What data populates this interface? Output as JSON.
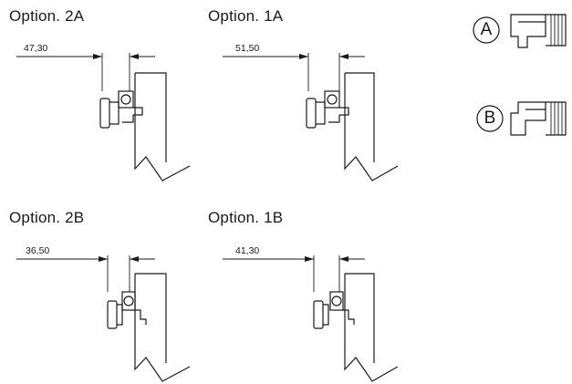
{
  "diagrams": [
    {
      "title": "Option. 2A",
      "dimension": "47,30"
    },
    {
      "title": "Option. 1A",
      "dimension": "51,50"
    },
    {
      "title": "Option. 2B",
      "dimension": "36,50"
    },
    {
      "title": "Option. 1B",
      "dimension": "41,30"
    }
  ],
  "legend": [
    {
      "label": "A",
      "icon": "profile-a-icon"
    },
    {
      "label": "B",
      "icon": "profile-b-icon"
    }
  ]
}
